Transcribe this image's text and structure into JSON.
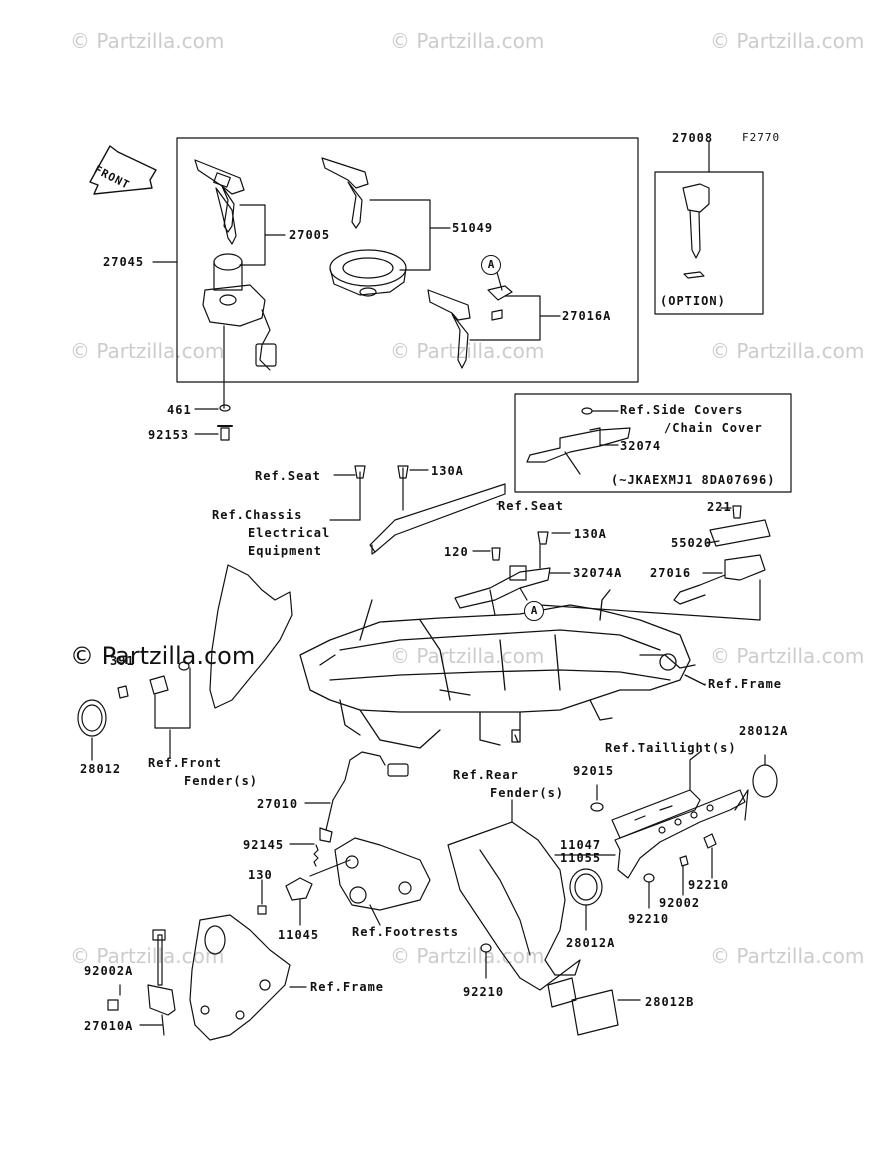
{
  "diagram_code": "F2770",
  "direction_label": "FRONT",
  "callout_letter": "A",
  "watermark": {
    "text": "© Partzilla.com",
    "color": "#cccccc"
  },
  "parts": {
    "p27008": "27008",
    "p27045": "27045",
    "p27005": "27005",
    "p51049": "51049",
    "p27016A": "27016A",
    "option_label": "(OPTION)",
    "p461": "461",
    "p92153": "92153",
    "ref_side_covers": "Ref.Side Covers",
    "chain_cover": "/Chain Cover",
    "p32074": "32074",
    "serial_range": "(~JKAEXMJ1 8DA07696)",
    "ref_seat_1": "Ref.Seat",
    "p130A_1": "130A",
    "ref_seat_2": "Ref.Seat",
    "ref_chassis": "Ref.Chassis",
    "electrical": "Electrical",
    "equipment": "Equipment",
    "p221": "221",
    "p55020": "55020",
    "p130A_2": "130A",
    "p120": "120",
    "p32074A": "32074A",
    "p27016": "27016",
    "p391": "391",
    "ref_frame_1": "Ref.Frame",
    "p28012": "28012",
    "ref_front": "Ref.Front",
    "fender_s_1": "Fender(s)",
    "p28012A_1": "28012A",
    "ref_taillight": "Ref.Taillight(s)",
    "ref_rear": "Ref.Rear",
    "fender_s_2": "Fender(s)",
    "p92015": "92015",
    "p27010": "27010",
    "p11047": "11047",
    "p11055": "11055",
    "p92210_1": "92210",
    "p92145": "92145",
    "p92002": "92002",
    "p130": "130",
    "p92210_2": "92210",
    "p11045": "11045",
    "ref_footrests": "Ref.Footrests",
    "p28012A_2": "28012A",
    "p92002A": "92002A",
    "ref_frame_2": "Ref.Frame",
    "p92210_3": "92210",
    "p27010A": "27010A",
    "p28012B": "28012B"
  }
}
